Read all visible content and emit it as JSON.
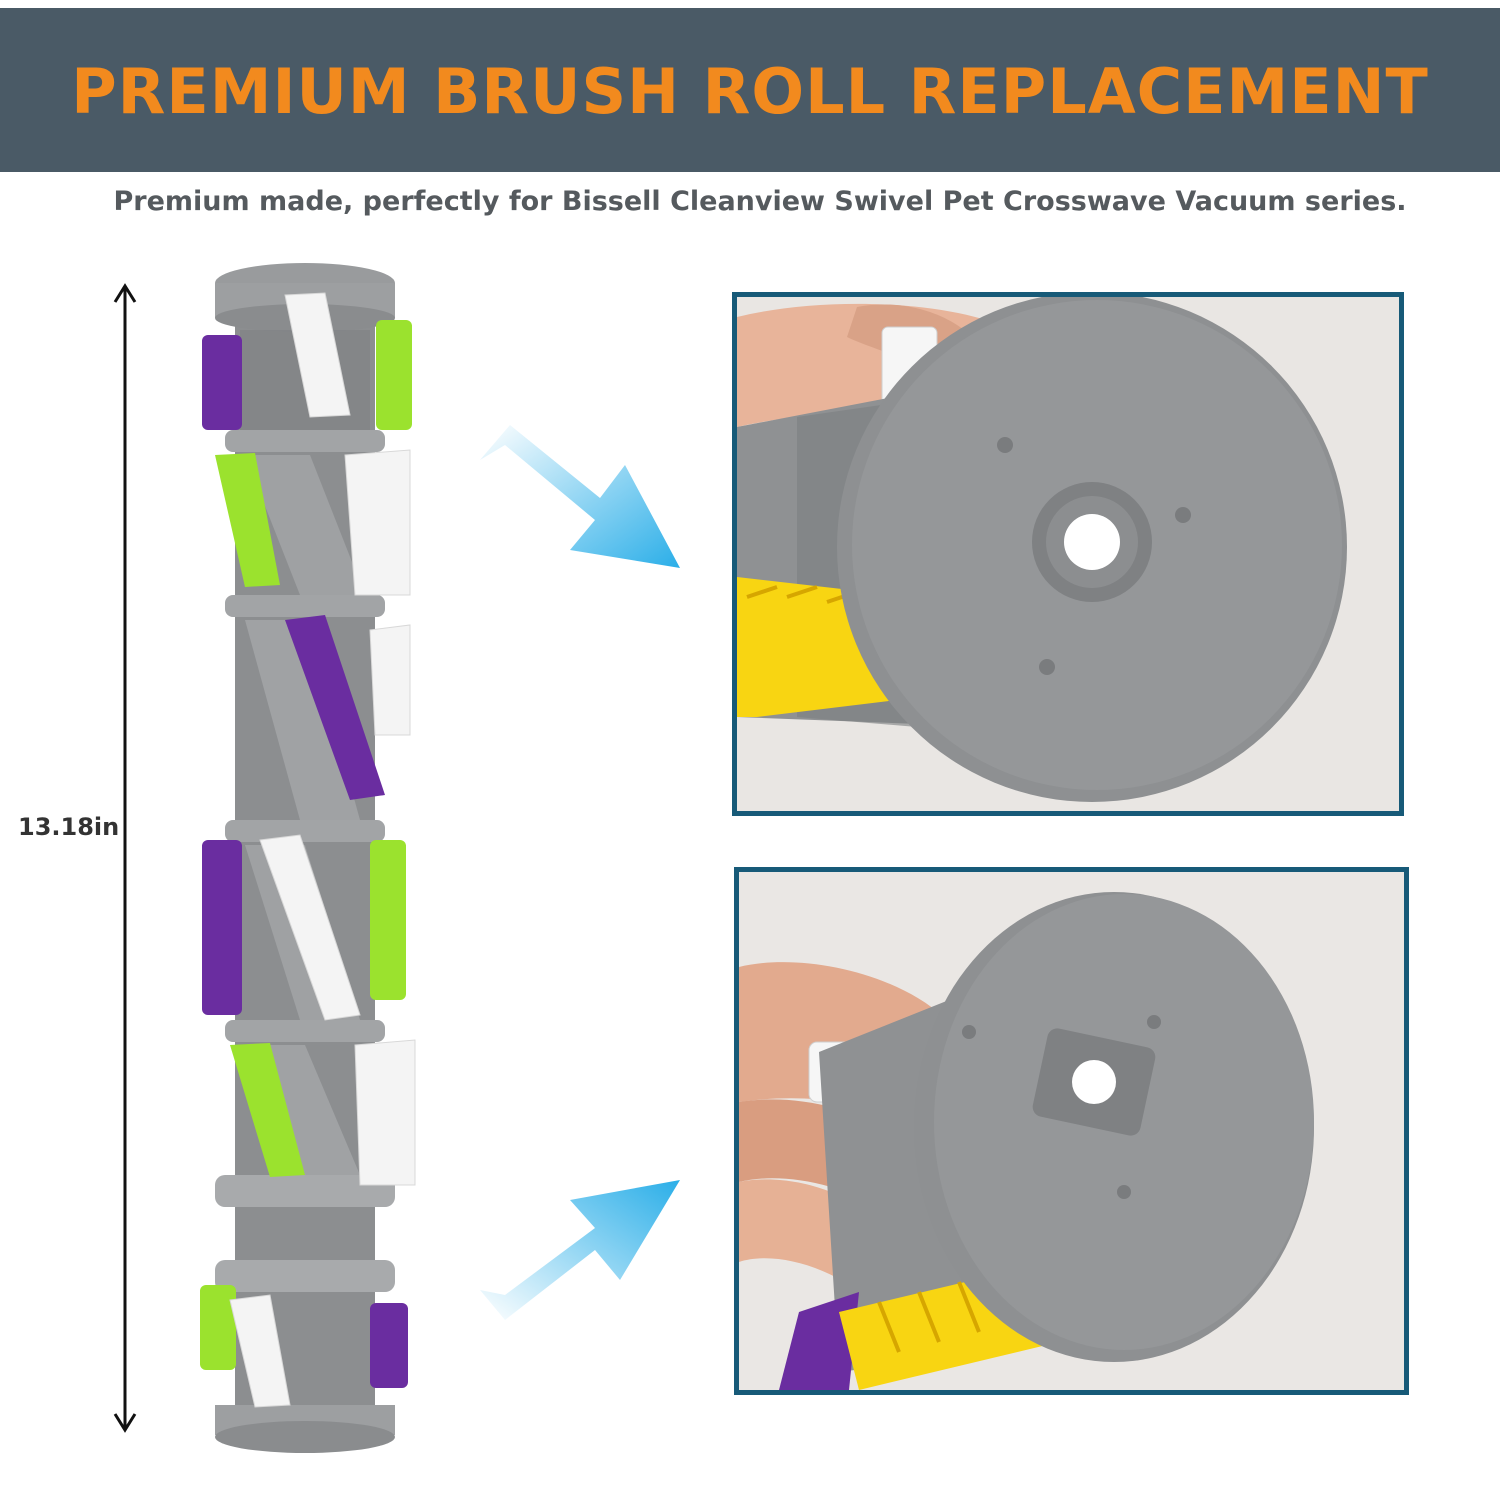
{
  "header": {
    "title": "PREMIUM BRUSH ROLL REPLACEMENT",
    "subtitle": "Premium made, perfectly for Bissell Cleanview Swivel Pet Crosswave Vacuum series."
  },
  "measurement": {
    "length_label": "13.18in"
  },
  "images": {
    "main": "brush-roll-full",
    "detail_top": "end-cap-round-hub",
    "detail_bottom": "end-cap-square-hub"
  },
  "colors": {
    "header_background": "#4a5a66",
    "title": "#f28a1e",
    "subtitle": "#555a5e",
    "frame_border": "#175a78",
    "arrow": "#3ab8ea",
    "roller_gray": "#8a8c8e",
    "bristle_purple": "#6a2da0",
    "bristle_green": "#9be22e",
    "bristle_white": "#f4f4f4",
    "bristle_yellow": "#f8d512"
  }
}
